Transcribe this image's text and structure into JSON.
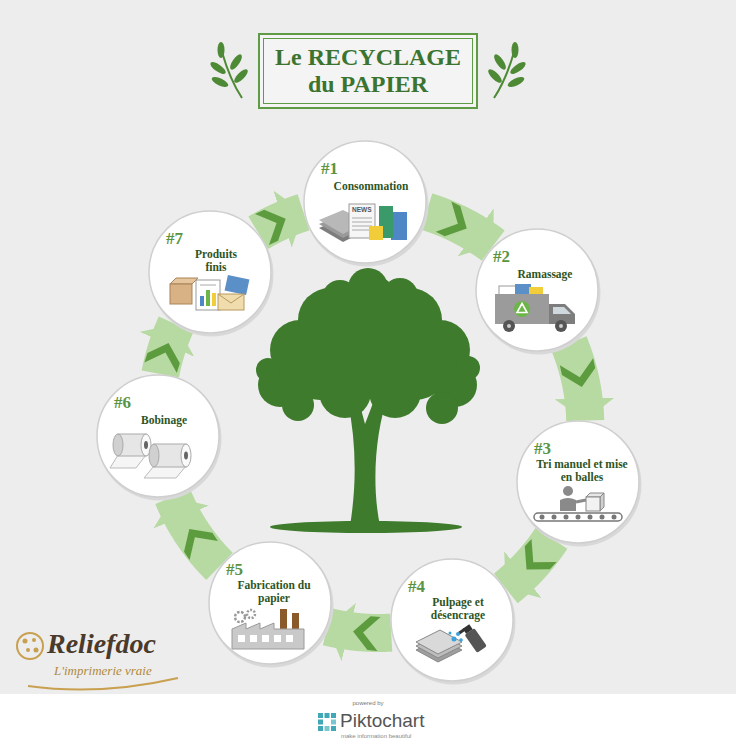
{
  "diagram": {
    "title": "Le RECYCLAGE du PAPIER",
    "nodes": [
      {
        "text": [
          "#1",
          "Consommation"
        ]
      },
      {
        "text": [
          "#2",
          "Ramassage"
        ]
      },
      {
        "text": [
          "#3",
          "Tri manuel et mise en balles"
        ]
      },
      {
        "text": [
          "#4",
          "Pulpage et désencrage"
        ]
      },
      {
        "text": [
          "#5",
          "Fabrication du papier"
        ]
      },
      {
        "text": [
          "#6",
          "Bobinage"
        ]
      },
      {
        "text": [
          "#7",
          "Produits finis"
        ]
      }
    ],
    "edges": [
      {
        "from": 0,
        "to": 1,
        "arrow": "to"
      },
      {
        "from": 1,
        "to": 2,
        "arrow": "to"
      },
      {
        "from": 2,
        "to": 3,
        "arrow": "to"
      },
      {
        "from": 3,
        "to": 4,
        "arrow": "to"
      },
      {
        "from": 4,
        "to": 5,
        "arrow": "to"
      },
      {
        "from": 5,
        "to": 6,
        "arrow": "to"
      },
      {
        "from": 6,
        "to": 0,
        "arrow": "to"
      }
    ],
    "labels": [
      "NEWS",
      "Reliefdoc",
      "L'imprimerie vraie",
      "powered by",
      "Piktochart",
      "make information beautiful"
    ]
  }
}
